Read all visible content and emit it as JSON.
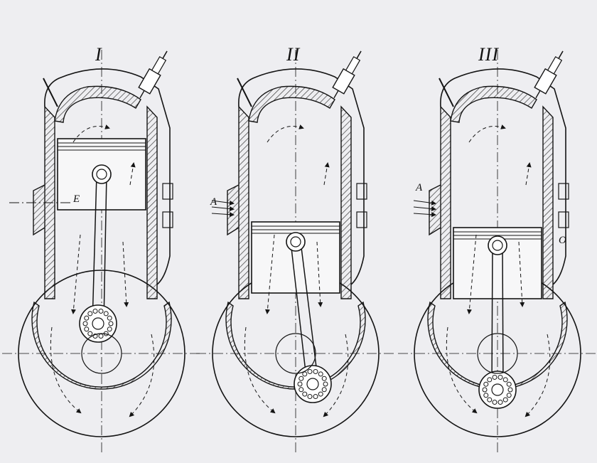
{
  "figure": {
    "panels": [
      {
        "numeral": "I",
        "port_label": "E",
        "transfer_label": "",
        "exhaust_label": ""
      },
      {
        "numeral": "II",
        "port_label": "A",
        "transfer_label": "",
        "exhaust_label": ""
      },
      {
        "numeral": "III",
        "port_label": "A",
        "transfer_label": "O",
        "exhaust_label": ""
      }
    ]
  },
  "colors": {
    "ink": "#141414",
    "paper": "#eeeef1",
    "hatch": "#3a3a3a"
  }
}
